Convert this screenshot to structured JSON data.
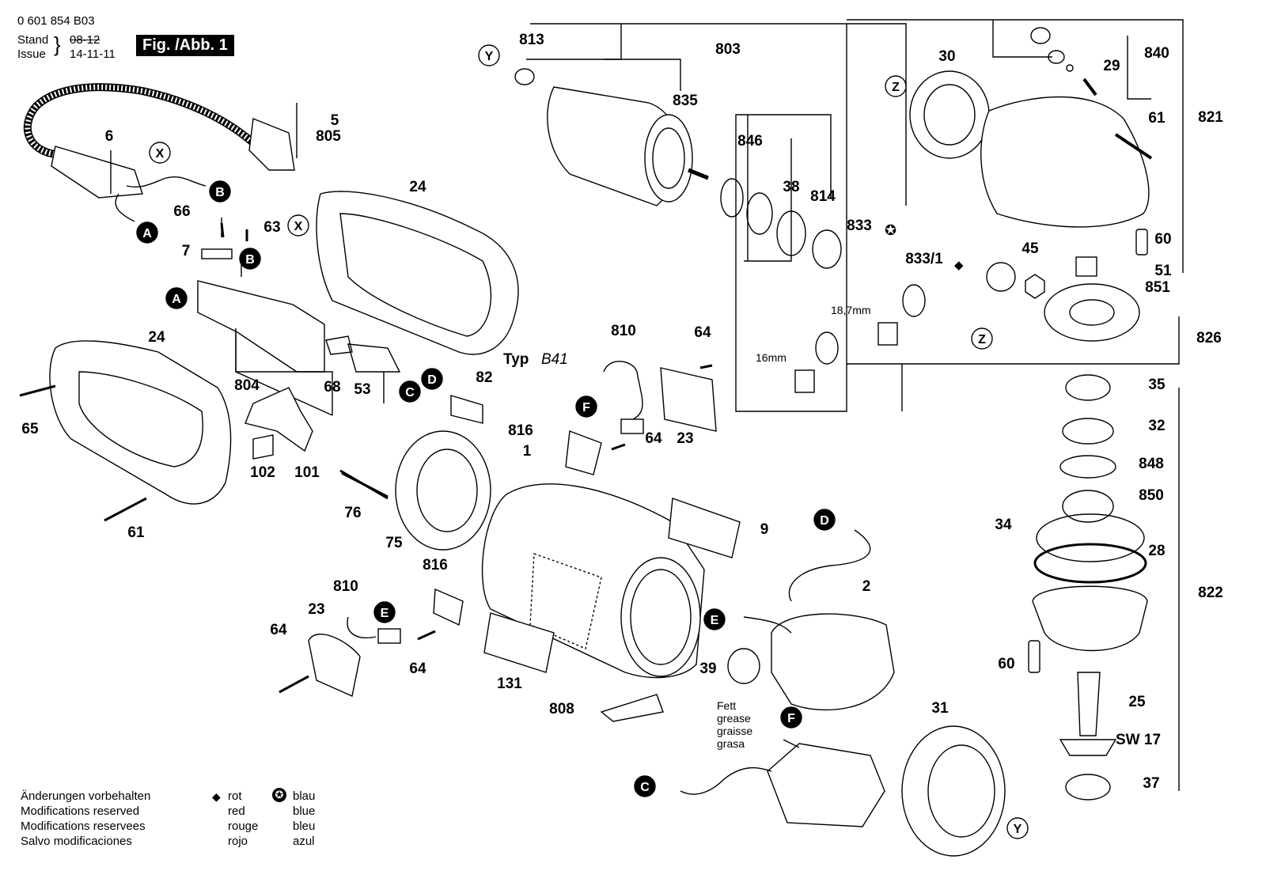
{
  "header": {
    "doc_number": "0 601 854 B03",
    "stand_label": "Stand",
    "issue_label": "Issue",
    "stand_date": "08-12",
    "issue_date": "14-11-11",
    "figure_label": "Fig. /Abb. 1"
  },
  "footer": {
    "modifications": [
      "Änderungen vorbehalten",
      "Modifications reserved",
      "Modifications reservees",
      "Salvo modificaciones"
    ],
    "legend_diamond": [
      "rot",
      "red",
      "rouge",
      "rojo"
    ],
    "legend_star": [
      "blau",
      "blue",
      "bleu",
      "azul"
    ]
  },
  "annotations": {
    "typ": "Typ",
    "typ_code": "B41",
    "dim_18_7": "18,7mm",
    "dim_16": "16mm",
    "grease": [
      "Fett",
      "grease",
      "graisse",
      "grasa"
    ],
    "sw": "SW 17"
  },
  "part_numbers": [
    "813",
    "803",
    "835",
    "30",
    "840",
    "29",
    "821",
    "61",
    "846",
    "38",
    "814",
    "833",
    "833/1",
    "45",
    "60",
    "51",
    "851",
    "826",
    "24",
    "66",
    "63",
    "7",
    "5",
    "805",
    "6",
    "24",
    "65",
    "804",
    "68",
    "53",
    "82",
    "810",
    "64",
    "64",
    "23",
    "816",
    "1",
    "102",
    "101",
    "76",
    "75",
    "61",
    "9",
    "35",
    "32",
    "848",
    "850",
    "34",
    "28",
    "822",
    "60",
    "25",
    "37",
    "816",
    "810",
    "23",
    "64",
    "64",
    "131",
    "808",
    "39",
    "2",
    "31"
  ],
  "callout_letters": [
    "Y",
    "X",
    "Z",
    "X",
    "B",
    "B",
    "A",
    "A",
    "D",
    "C",
    "F",
    "E",
    "D",
    "E",
    "F",
    "C",
    "Z",
    "Y"
  ]
}
